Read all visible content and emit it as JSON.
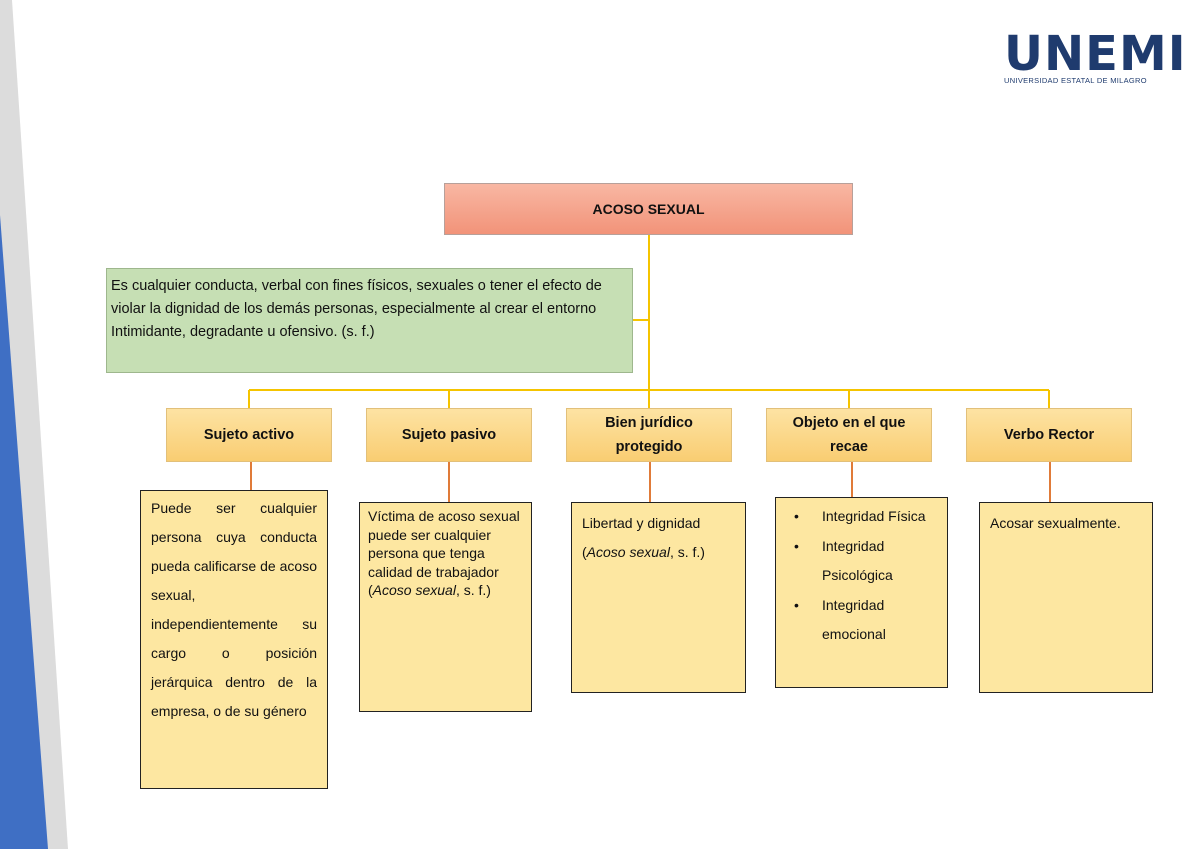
{
  "logo": {
    "name": "UNEMI",
    "subtitle": "UNIVERSIDAD ESTATAL DE MILAGRO"
  },
  "title": "ACOSO SEXUAL",
  "definition": "Es cualquier conducta, verbal con fines físicos, sexuales o tener el efecto de violar la dignidad de los demás personas, especialmente al crear el entorno Intimidante, degradante u ofensivo. (s. f.)",
  "categories": [
    {
      "label": "Sujeto activo"
    },
    {
      "label": "Sujeto pasivo"
    },
    {
      "label": "Bien jurídico protegido"
    },
    {
      "label": "Objeto en el que recae"
    },
    {
      "label": "Verbo Rector"
    }
  ],
  "details": {
    "sujeto_activo": "Puede ser cualquier persona cuya conducta pueda calificarse de acoso sexual, independientemente su cargo o posición jerárquica dentro de la empresa, o de su género",
    "sujeto_pasivo": {
      "text": "Víctima de acoso sexual puede ser cualquier persona que tenga calidad de trabajador",
      "cite_title": "Acoso sexual",
      "cite_rest": ", s. f.)"
    },
    "bien_juridico": {
      "text": "Libertad y dignidad",
      "cite_title": "Acoso sexual",
      "cite_rest": ", s. f.)"
    },
    "objeto": [
      "Integridad Física",
      "Integridad Psicológica",
      "Integridad emocional"
    ],
    "verbo_rector": "Acosar sexualmente."
  },
  "colors": {
    "title_fill": "#f4a58c",
    "definition_fill": "#c6dfb4",
    "category_fill": "#fbd789",
    "detail_fill": "#fde7a1",
    "connector_main": "#f5c400",
    "connector_detail": "#e07b39",
    "sidebar_blue": "#3f6fc4"
  }
}
